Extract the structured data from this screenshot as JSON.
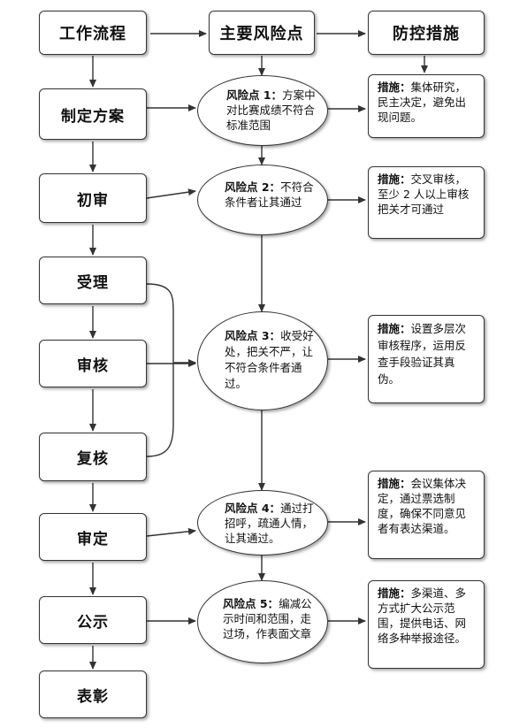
{
  "headers": {
    "process": "工作流程",
    "risk": "主要风险点",
    "measures": "防控措施"
  },
  "steps": [
    "制定方案",
    "初审",
    "受理",
    "审核",
    "复核",
    "审定",
    "公示",
    "表彰"
  ],
  "risks": [
    {
      "label": "风险点 1：",
      "text": "方案中对比赛成绩不符合标准范围"
    },
    {
      "label": "风险点 2：",
      "text": "不符合条件者让其通过"
    },
    {
      "label": "风险点 3：",
      "text": "收受好处，把关不严，让不符合条件者通过。"
    },
    {
      "label": "风险点 4：",
      "text": "通过打招呼，疏通人情，让其通过。"
    },
    {
      "label": "风险点 5：",
      "text": "编减公示时间和范围，走过场，作表面文章"
    }
  ],
  "measures": [
    {
      "label": "措施：",
      "text": "集体研究，民主决定，避免出现问题。"
    },
    {
      "label": "措施：",
      "text": "交叉审核，至少 2 人以上审核把关才可通过"
    },
    {
      "label": "措施：",
      "text": "设置多层次审核程序，运用反查手段验证其真伪。"
    },
    {
      "label": "措施：",
      "text": "会议集体决定，通过票选制度，确保不同意见者有表达渠道。"
    },
    {
      "label": "措施：",
      "text": "多渠道、多方式扩大公示范围，提供电话、网络多种举报途径。"
    }
  ]
}
